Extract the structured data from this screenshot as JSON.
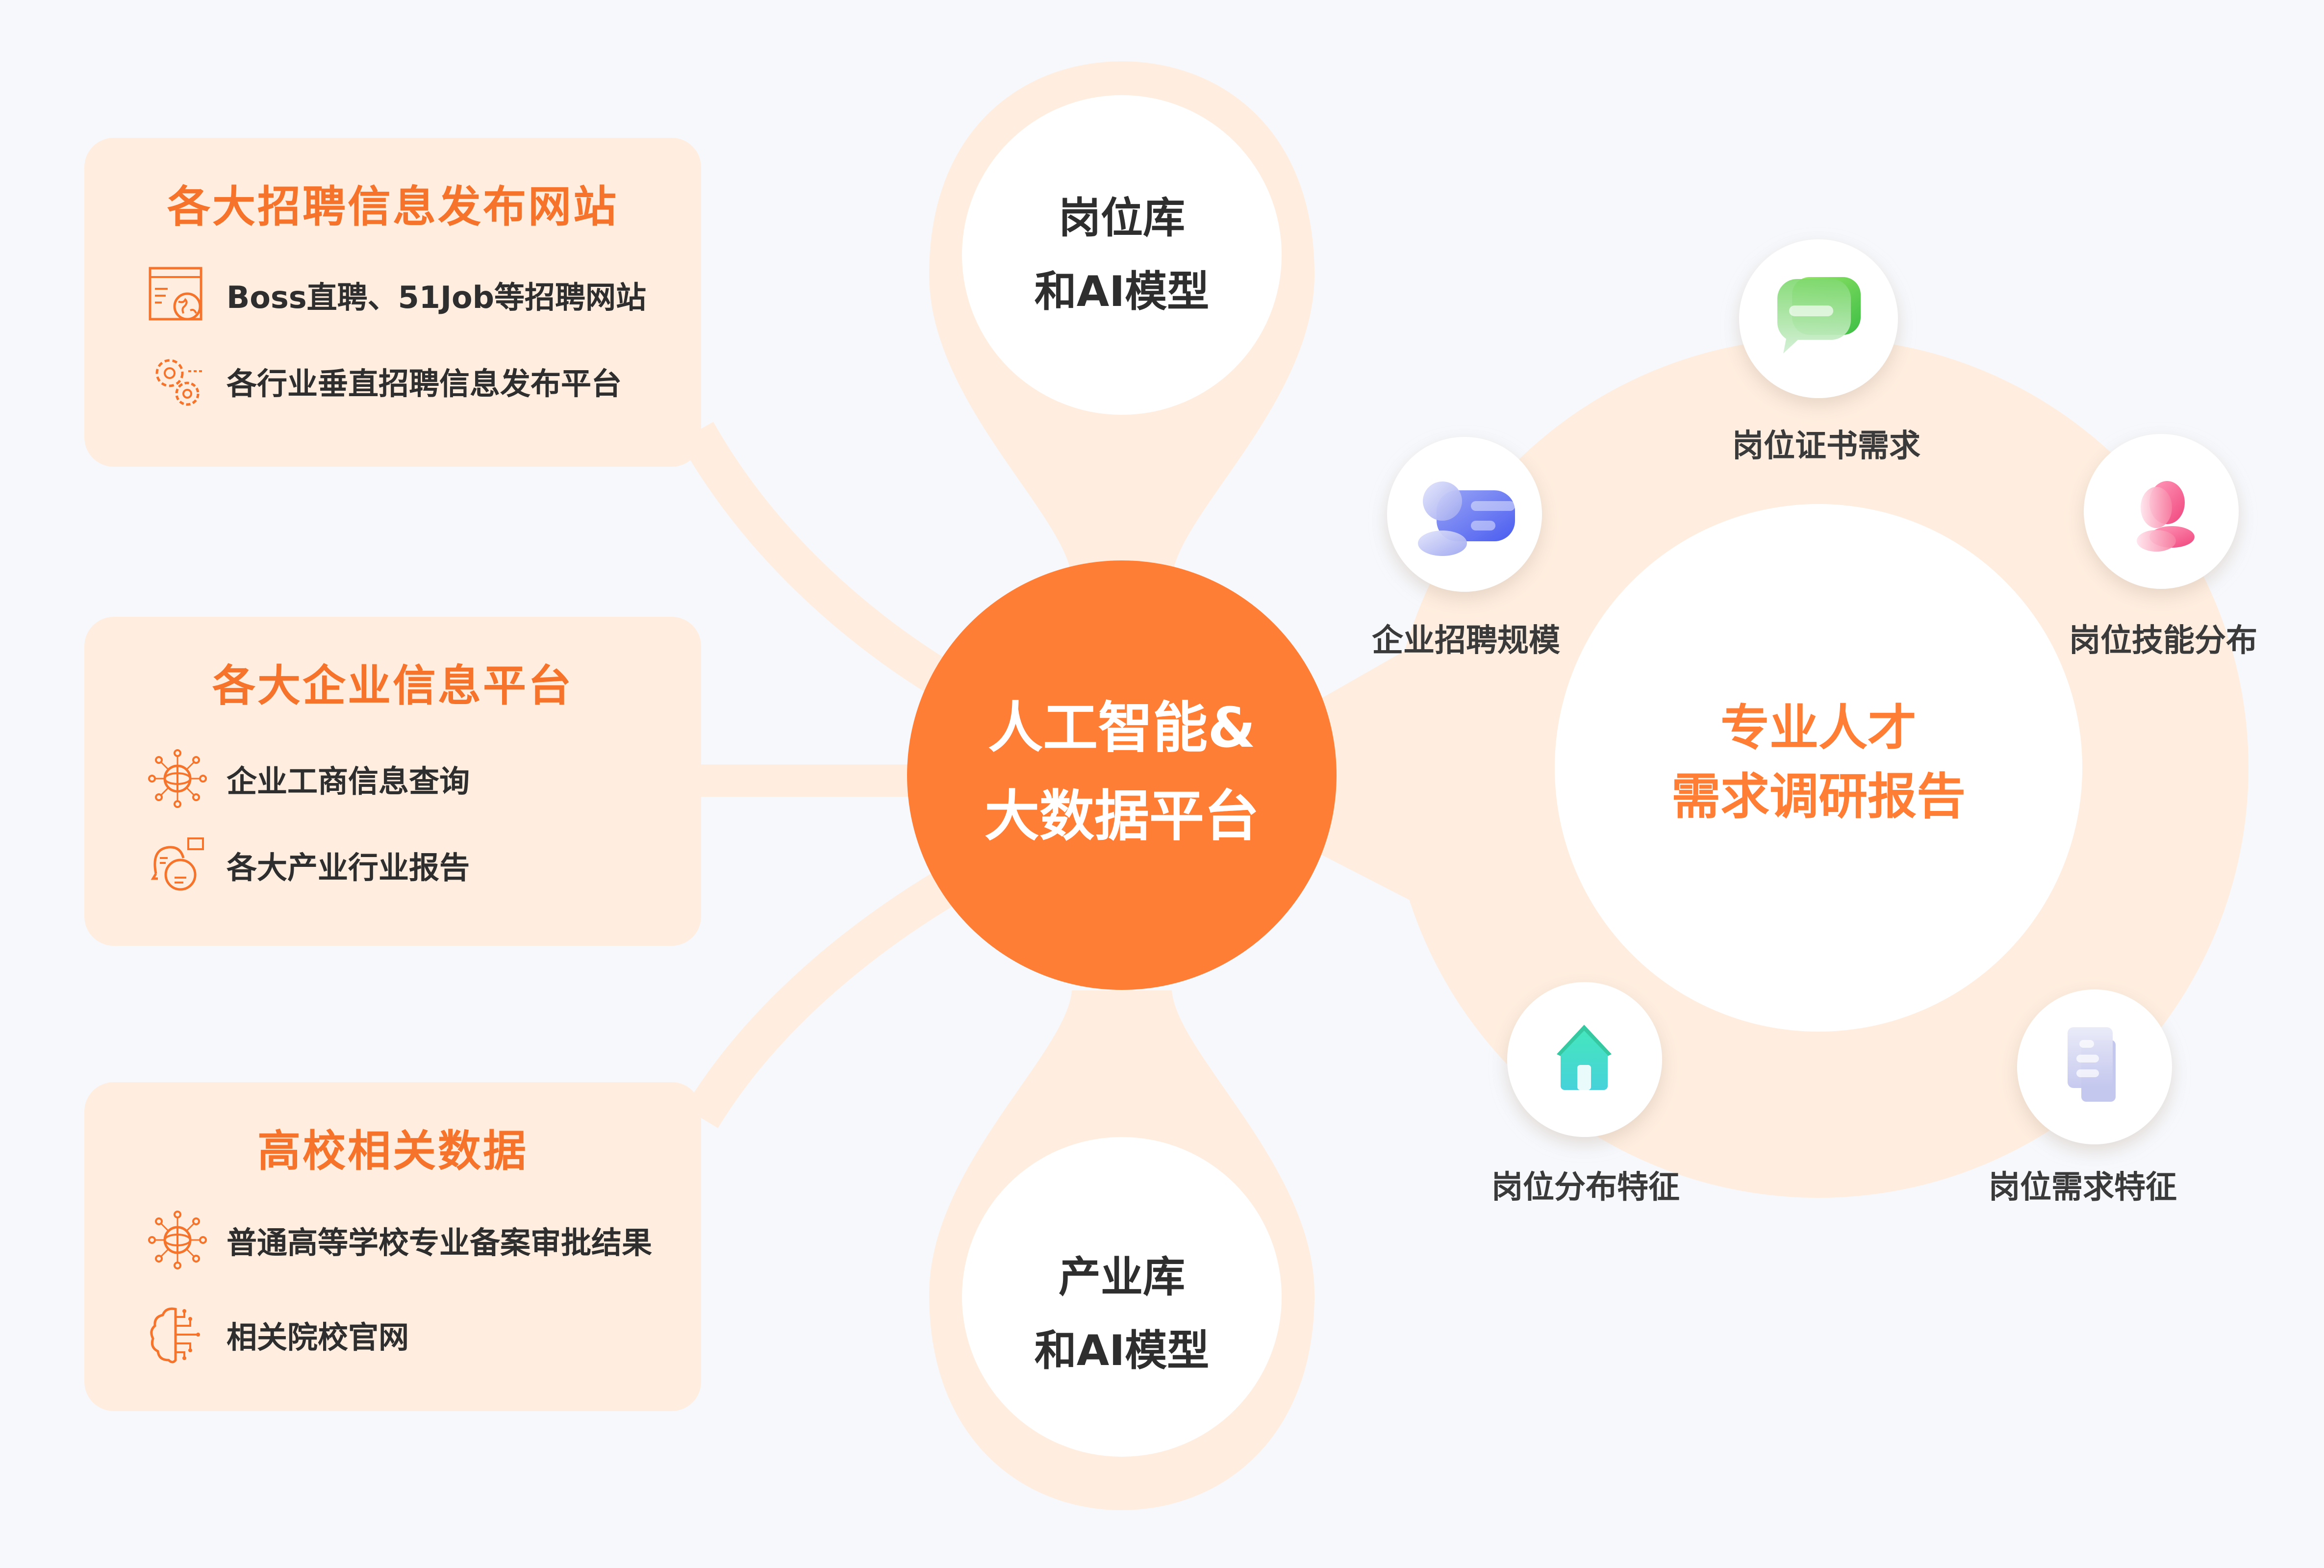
{
  "colors": {
    "background": "#F6F8FC",
    "panel_fill": "#FFEEDF",
    "accent_orange": "#FF7E36",
    "title_orange": "#F5732A",
    "dark_text": "#2E2E2E",
    "white": "#FFFFFF"
  },
  "left_panels": [
    {
      "title": "各大招聘信息发布网站",
      "items": [
        {
          "icon": "browser-globe-icon",
          "label": "Boss直聘、51Job等招聘网站"
        },
        {
          "icon": "gears-icon",
          "label": "各行业垂直招聘信息发布平台"
        }
      ]
    },
    {
      "title": "各大企业信息平台",
      "items": [
        {
          "icon": "network-globe-icon",
          "label": "企业工商信息查询"
        },
        {
          "icon": "chat-bubbles-icon",
          "label": "各大产业行业报告"
        }
      ]
    },
    {
      "title": "高校相关数据",
      "items": [
        {
          "icon": "network-globe-icon",
          "label": "普通高等学校专业备案审批结果"
        },
        {
          "icon": "brain-circuit-icon",
          "label": "相关院校官网"
        }
      ]
    }
  ],
  "center": {
    "line1": "人工智能&",
    "line2": "大数据平台"
  },
  "top_node": {
    "line1": "岗位库",
    "line2": "和AI模型"
  },
  "bottom_node": {
    "line1": "产业库",
    "line2": "和AI模型"
  },
  "report": {
    "line1": "专业人才",
    "line2": "需求调研报告"
  },
  "satellites": [
    {
      "icon": "chat-bubble-green-icon",
      "label": "岗位证书需求"
    },
    {
      "icon": "user-card-blue-icon",
      "label": "企业招聘规模"
    },
    {
      "icon": "user-pink-icon",
      "label": "岗位技能分布"
    },
    {
      "icon": "house-teal-icon",
      "label": "岗位分布特征"
    },
    {
      "icon": "document-lavender-icon",
      "label": "岗位需求特征"
    }
  ]
}
